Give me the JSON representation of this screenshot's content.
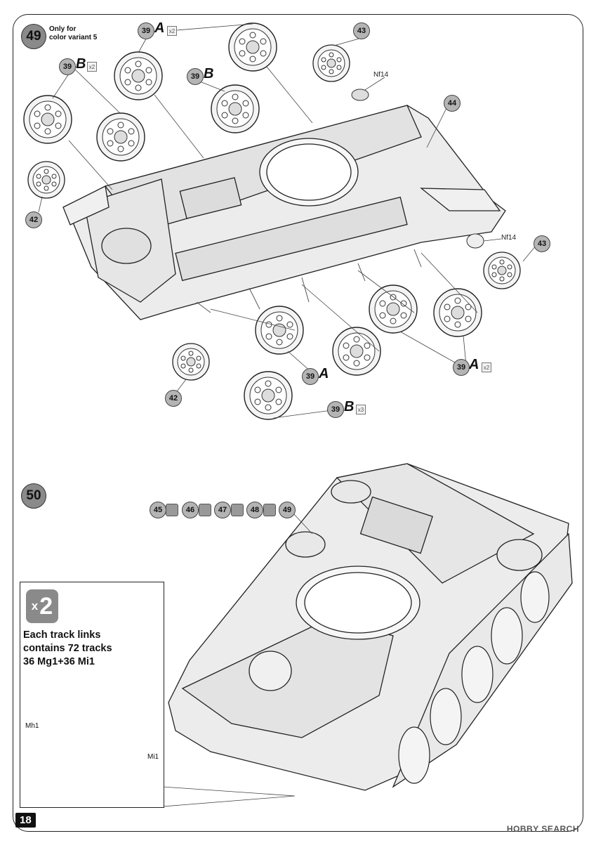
{
  "page": {
    "number": "18",
    "watermark": "HOBBY SEARCH"
  },
  "step49": {
    "badge": "49",
    "note_line1": "Only for",
    "note_line2": "color variant 5",
    "callouts": {
      "c39": "39",
      "c42": "42",
      "c43": "43",
      "c44": "44"
    },
    "letter_a": "A",
    "letter_b": "B",
    "qty_x2": "x2",
    "qty_x3": "x3",
    "nf14": "Nf14"
  },
  "step50": {
    "badge": "50",
    "refs": [
      "45",
      "46",
      "47",
      "48",
      "49"
    ],
    "track_box": {
      "x2": "2",
      "x_prefix": "x",
      "line1": "Each track links",
      "line2": "contains 72 tracks",
      "line3": "36 Mg1+36 Mi1",
      "label_mh1": "Mh1",
      "label_mi1": "Mi1"
    }
  }
}
